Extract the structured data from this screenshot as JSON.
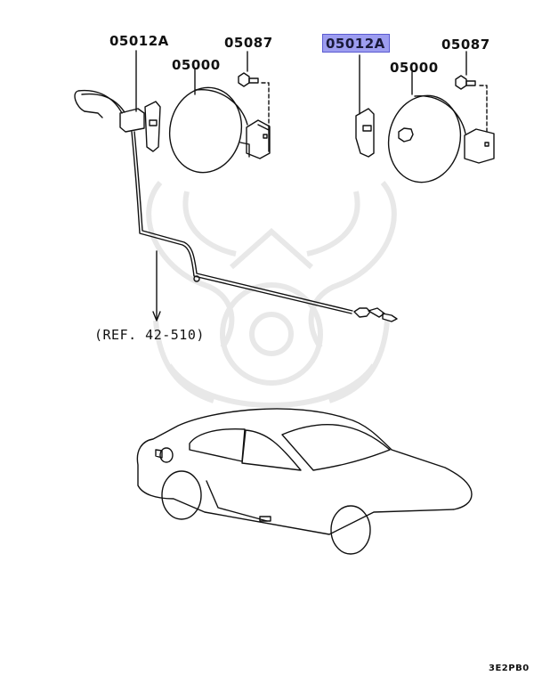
{
  "diagram": {
    "type": "parts-exploded-view",
    "subject": "Fuel filler door and lid lock / opener assembly",
    "left_assembly": {
      "labels": [
        {
          "id": "05012A",
          "text": "05012A",
          "highlighted": false
        },
        {
          "id": "05000",
          "text": "05000",
          "highlighted": false
        },
        {
          "id": "05087",
          "text": "05087",
          "highlighted": false
        }
      ],
      "reference_note": "(REF. 42-510)"
    },
    "right_assembly": {
      "labels": [
        {
          "id": "05012A",
          "text": "05012A",
          "highlighted": true
        },
        {
          "id": "05000",
          "text": "05000",
          "highlighted": false
        },
        {
          "id": "05087",
          "text": "05087",
          "highlighted": false
        }
      ]
    },
    "diagram_code": "3E2PB0",
    "colors": {
      "line": "#111111",
      "highlight_fill": "#9d9df0",
      "highlight_border": "#5a5ad0",
      "watermark": "#e4e4e4"
    }
  }
}
